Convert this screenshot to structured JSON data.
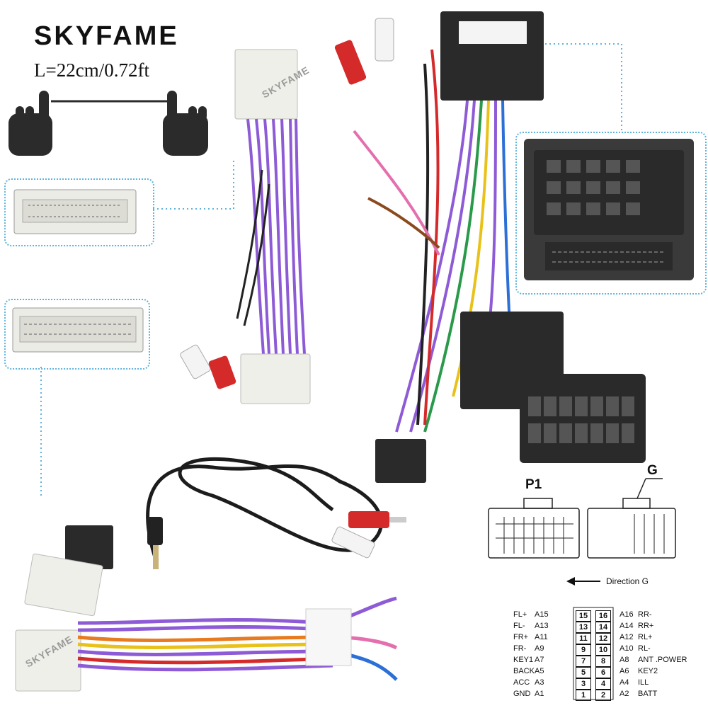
{
  "brand": "SKYFAME",
  "length_label": "L=22cm/0.72ft",
  "watermark": "SKYFAME",
  "pinout": {
    "left_connector_label": "P1",
    "right_connector_label": "G",
    "direction_label": "Direction G",
    "rows": [
      {
        "left_signal": "FL+",
        "left_code": "A15",
        "left_pin": "15",
        "right_pin": "16",
        "right_code": "A16",
        "right_signal": "RR-"
      },
      {
        "left_signal": "FL-",
        "left_code": "A13",
        "left_pin": "13",
        "right_pin": "14",
        "right_code": "A14",
        "right_signal": "RR+"
      },
      {
        "left_signal": "FR+",
        "left_code": "A11",
        "left_pin": "11",
        "right_pin": "12",
        "right_code": "A12",
        "right_signal": "RL+"
      },
      {
        "left_signal": "FR-",
        "left_code": "A9",
        "left_pin": "9",
        "right_pin": "10",
        "right_code": "A10",
        "right_signal": "RL-"
      },
      {
        "left_signal": "KEY1",
        "left_code": "A7",
        "left_pin": "7",
        "right_pin": "8",
        "right_code": "A8",
        "right_signal": "ANT .POWER"
      },
      {
        "left_signal": "BACK",
        "left_code": "A5",
        "left_pin": "5",
        "right_pin": "6",
        "right_code": "A6",
        "right_signal": "KEY2"
      },
      {
        "left_signal": "ACC",
        "left_code": "A3",
        "left_pin": "3",
        "right_pin": "4",
        "right_code": "A4",
        "right_signal": "ILL"
      },
      {
        "left_signal": "GND",
        "left_code": "A1",
        "left_pin": "1",
        "right_pin": "2",
        "right_code": "A2",
        "right_signal": "BATT"
      }
    ]
  },
  "colors": {
    "callout_border": "#5fb4dd",
    "wire_purple": "#8e5bd6",
    "rca_red": "#d42a2a",
    "connector_white": "#efefe9",
    "connector_black": "#2a2a2a"
  }
}
